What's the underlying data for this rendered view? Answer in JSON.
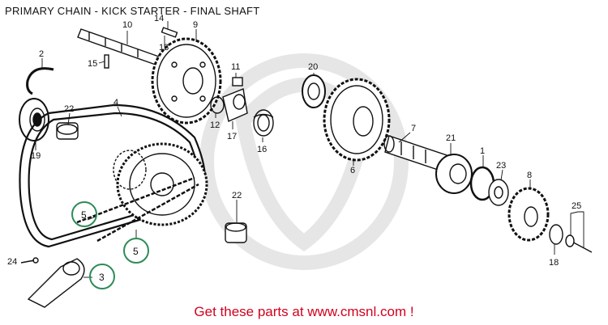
{
  "title": "PRIMARY CHAIN - KICK STARTER - FINAL SHAFT",
  "footer": {
    "text": "Get these parts at www.cmsnl.com !"
  },
  "callouts": {
    "c1": "1",
    "c2": "2",
    "c3": "3",
    "c4": "4",
    "c5a": "5",
    "c5b": "5",
    "c6": "6",
    "c7": "7",
    "c8": "8",
    "c9": "9",
    "c10": "10",
    "c11": "11",
    "c12": "12",
    "c13": "13",
    "c14": "14",
    "c15": "15",
    "c16": "16",
    "c17": "17",
    "c18": "18",
    "c19": "19",
    "c20": "20",
    "c21": "21",
    "c22a": "22",
    "c22b": "22",
    "c23": "23",
    "c24": "24",
    "c25": "25"
  },
  "colors": {
    "footer": "#d2001e",
    "highlight": "#2e8b57",
    "line": "#111111",
    "watermark": "#e6e6e6"
  }
}
